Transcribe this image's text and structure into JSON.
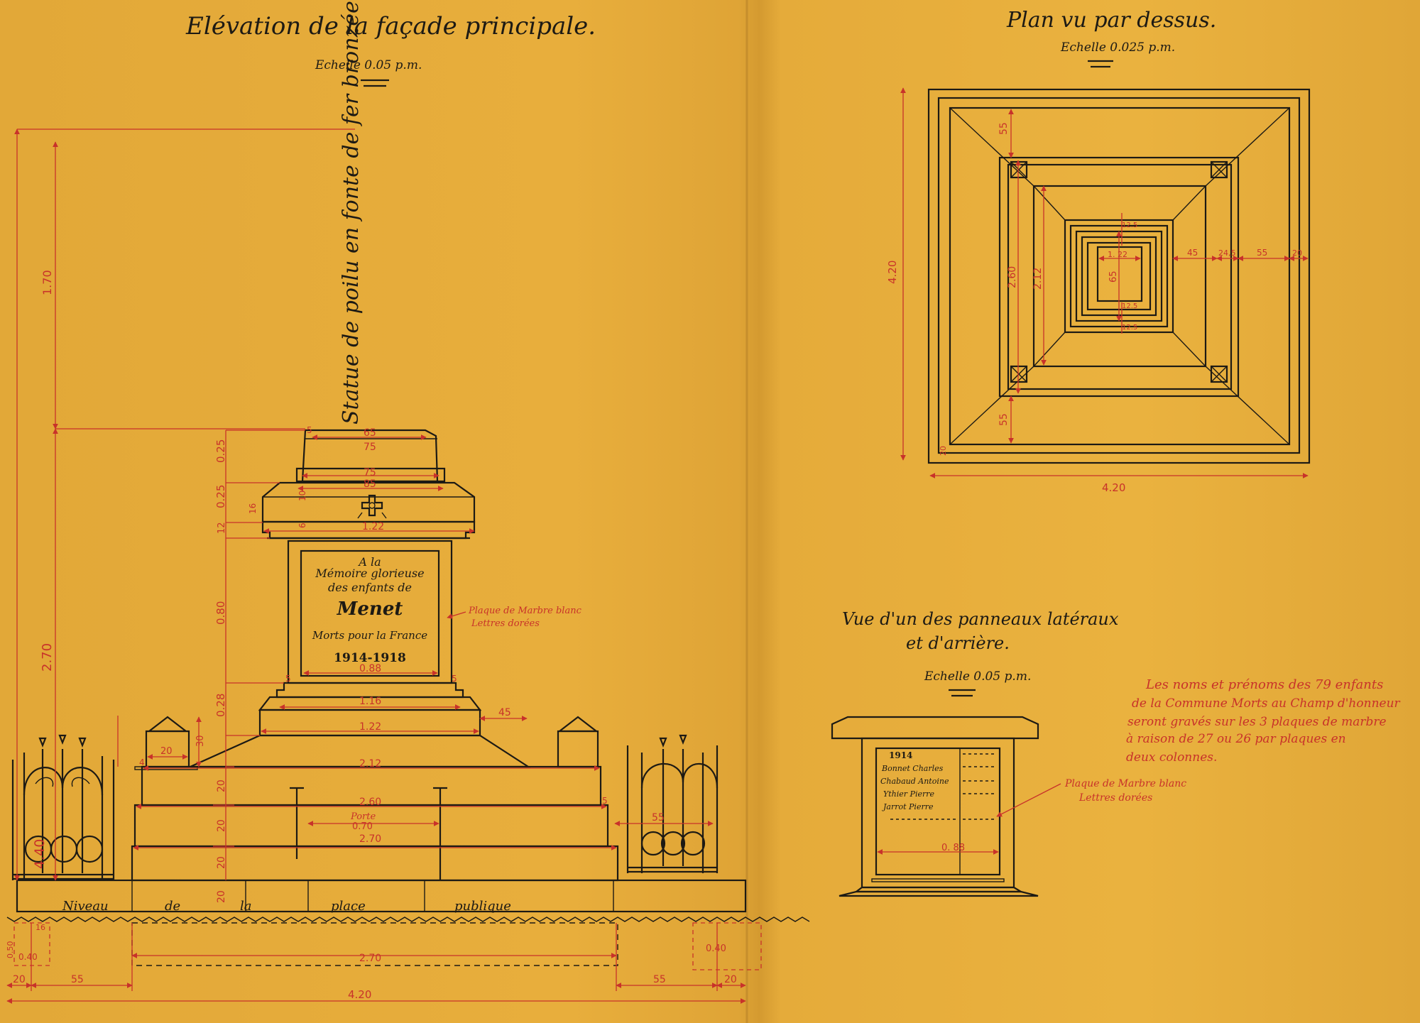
{
  "colors": {
    "paper": "#e6ad3c",
    "ink": "#1d1a14",
    "red_ink": "#c8322a"
  },
  "elevation": {
    "title": "Elévation de la façade principale.",
    "scale": "Echelle 0.05 p.m.",
    "statue_note": "Statue de poilu en fonte de fer bronzée",
    "inscription": {
      "line1": "A la",
      "line2": "Mémoire glorieuse",
      "line3": "des enfants de",
      "line4": "Menet",
      "line5": "Morts pour la France",
      "line6": "1914-1918"
    },
    "plaque_note_1": "Plaque de Marbre blanc",
    "plaque_note_2": "Lettres dorées",
    "ground_label": {
      "w1": "Niveau",
      "w2": "de",
      "w3": "la",
      "w4": "place",
      "w5": "publique"
    },
    "door_label_1": "Porte",
    "door_label_2": "0.70",
    "dims": {
      "total_height": "4.40",
      "statue_height": "1.70",
      "lower_height": "2.70",
      "d025a": "0.25",
      "d025b": "0.25",
      "d080": "0.80",
      "d028": "0.28",
      "d012": "12",
      "w065": "65",
      "w075a": "75",
      "w075b": "75",
      "w085": "85",
      "w122a": "1.22",
      "w088": "0.88",
      "w116": "1.16",
      "w122b": "1.22",
      "w212": "2.12",
      "w260": "2.60",
      "w270a": "2.70",
      "w270b": "2.70",
      "w045": "45",
      "w055_side": "55",
      "w020": "20",
      "h030": "30",
      "s20a": "20",
      "s20b": "20",
      "s20c": "20",
      "s20d": "20",
      "s5a": "5",
      "s5b": "5",
      "s5c": "5",
      "s5d": "5",
      "s16": "16",
      "s10": "10",
      "s6": "6",
      "s4": "4",
      "base_w1": "20",
      "base_w2": "55",
      "base_w3": "55",
      "base_w4": "20",
      "base_total": "4.20",
      "fence_040a": "0.40",
      "fence_040b": "0.40",
      "fence_050": "0.50",
      "fence_016": "16"
    }
  },
  "plan": {
    "title": "Plan vu par dessus.",
    "scale": "Echelle 0.025 p.m.",
    "dims": {
      "left_420": "4.20",
      "bottom_420": "4.20",
      "top_55": "55",
      "bottom_55": "55",
      "v260": "2.60",
      "v212": "2.12",
      "v65": "65",
      "v122": "1. 22",
      "h45": "45",
      "h24": "24,5",
      "h55": "55",
      "h20": "20",
      "c125a": "12.5",
      "c125b": "12.5",
      "c125c": "12.5",
      "c20": "20"
    }
  },
  "side": {
    "title_1": "Vue d'un des panneaux latéraux",
    "title_2": "et d'arrière.",
    "scale": "Echelle 0.05 p.m.",
    "year": "1914",
    "names": [
      "Bonnet Charles",
      "Chabaud Antoine",
      "Ythier Pierre",
      "Jarrot Pierre"
    ],
    "width_dim": "0. 88",
    "plaque_note_1": "Plaque de Marbre blanc",
    "plaque_note_2": "Lettres dorées"
  },
  "note": {
    "line1": "Les noms et prénoms des 79 enfants",
    "line2": "de la Commune Morts au Champ d'honneur",
    "line3": "seront gravés sur les 3 plaques de marbre",
    "line4": "à raison de 27 ou 26 par plaques en",
    "line5": "deux colonnes."
  }
}
